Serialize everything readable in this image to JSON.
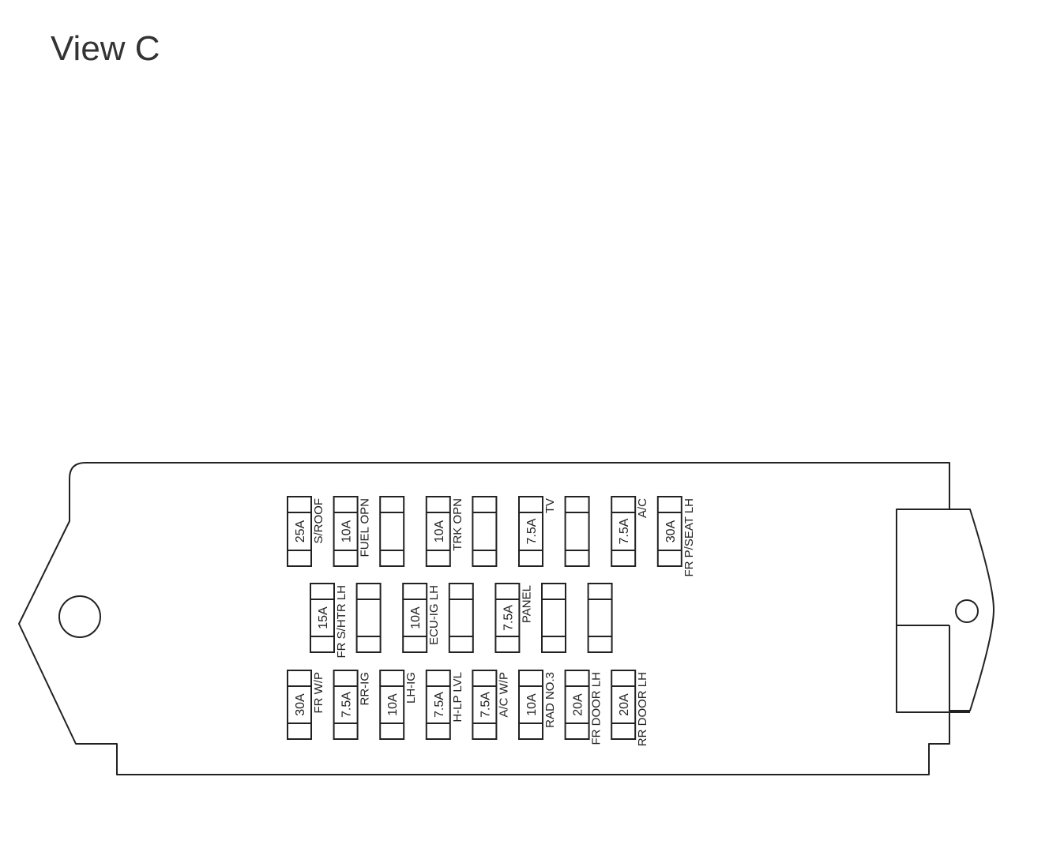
{
  "title": "View C",
  "fuses": {
    "row1": [
      {
        "amp": "25A",
        "label": "S/ROOF"
      },
      {
        "amp": "10A",
        "label": "FUEL OPN"
      },
      {
        "amp": "",
        "label": ""
      },
      {
        "amp": "10A",
        "label": "TRK OPN"
      },
      {
        "amp": "",
        "label": ""
      },
      {
        "amp": "7.5A",
        "label": "TV"
      },
      {
        "amp": "",
        "label": ""
      },
      {
        "amp": "7.5A",
        "label": "A/C"
      },
      {
        "amp": "30A",
        "label": "FR P/SEAT LH"
      }
    ],
    "row2": [
      {
        "amp": "15A",
        "label": "FR S/HTR LH"
      },
      {
        "amp": "",
        "label": ""
      },
      {
        "amp": "10A",
        "label": "ECU-IG LH"
      },
      {
        "amp": "",
        "label": ""
      },
      {
        "amp": "7.5A",
        "label": "PANEL"
      },
      {
        "amp": "",
        "label": ""
      },
      {
        "amp": "",
        "label": ""
      }
    ],
    "row3": [
      {
        "amp": "30A",
        "label": "FR W/P"
      },
      {
        "amp": "7.5A",
        "label": "RR-IG"
      },
      {
        "amp": "10A",
        "label": "LH-IG"
      },
      {
        "amp": "7.5A",
        "label": "H-LP LVL"
      },
      {
        "amp": "7.5A",
        "label": "A/C W/P"
      },
      {
        "amp": "10A",
        "label": "RAD NO.3"
      },
      {
        "amp": "20A",
        "label": "FR DOOR LH"
      },
      {
        "amp": "20A",
        "label": "RR DOOR LH"
      }
    ]
  }
}
